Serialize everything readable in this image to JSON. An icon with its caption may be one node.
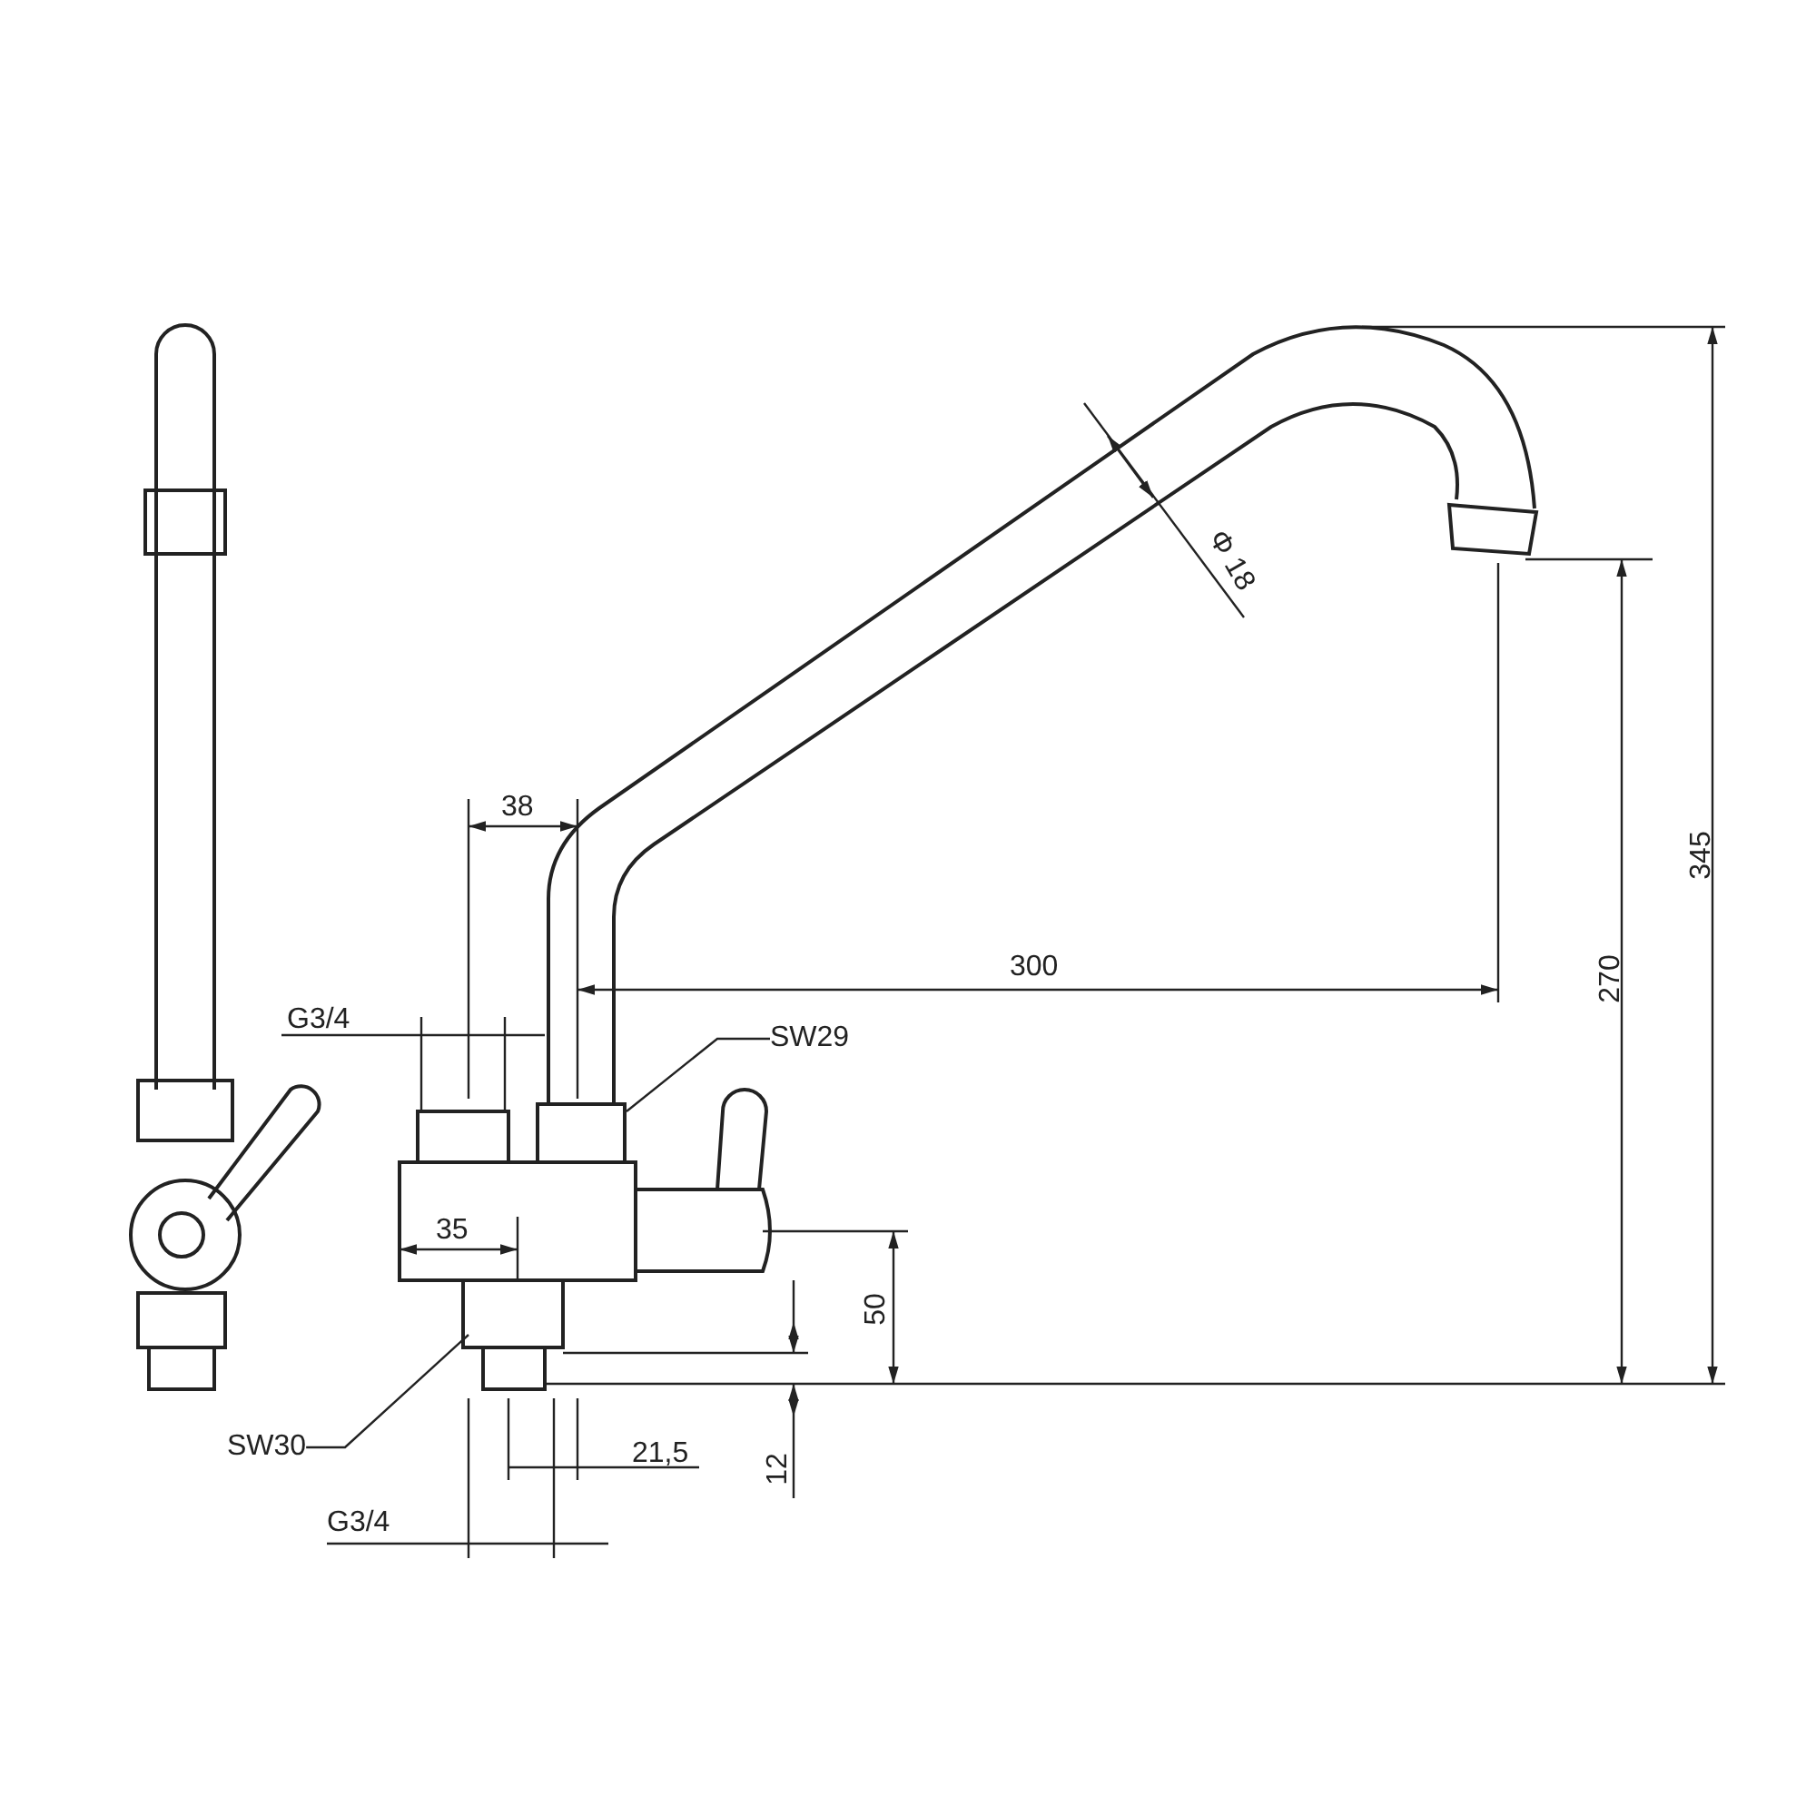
{
  "diagram": {
    "nodes": [
      {
        "text": [
          "SW29"
        ]
      },
      {
        "text": [
          "SW30"
        ]
      }
    ],
    "edges": [
      {
        "from": 0,
        "to": null,
        "arrow": "none"
      },
      {
        "from": 1,
        "to": null,
        "arrow": "none"
      }
    ],
    "labels": [
      "Φ 18",
      "38",
      "300",
      "G3/4",
      "35",
      "50",
      "270",
      "345",
      "21,5",
      "12",
      "G3/4"
    ]
  }
}
